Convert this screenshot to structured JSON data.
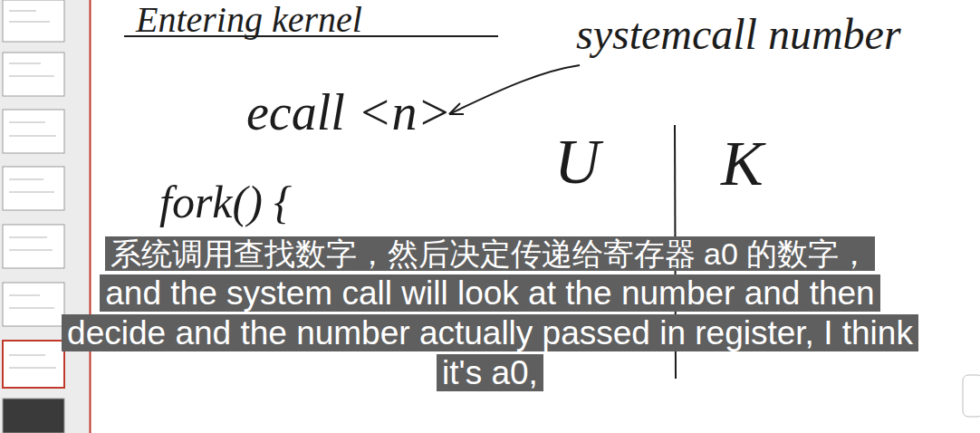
{
  "diagram": {
    "nodes": [
      {
        "text": [
          "系统调用查找数字，然后决定传递给寄存器 a0 的数字，"
        ]
      },
      {
        "text": [
          "and the system call will look at the number and then decide and the number actually passed in register, I think it's a0,"
        ]
      }
    ],
    "labels": [
      "Entering kernel",
      "systemcall number",
      "ecall <n>",
      "U",
      "K",
      "fork() {"
    ]
  }
}
